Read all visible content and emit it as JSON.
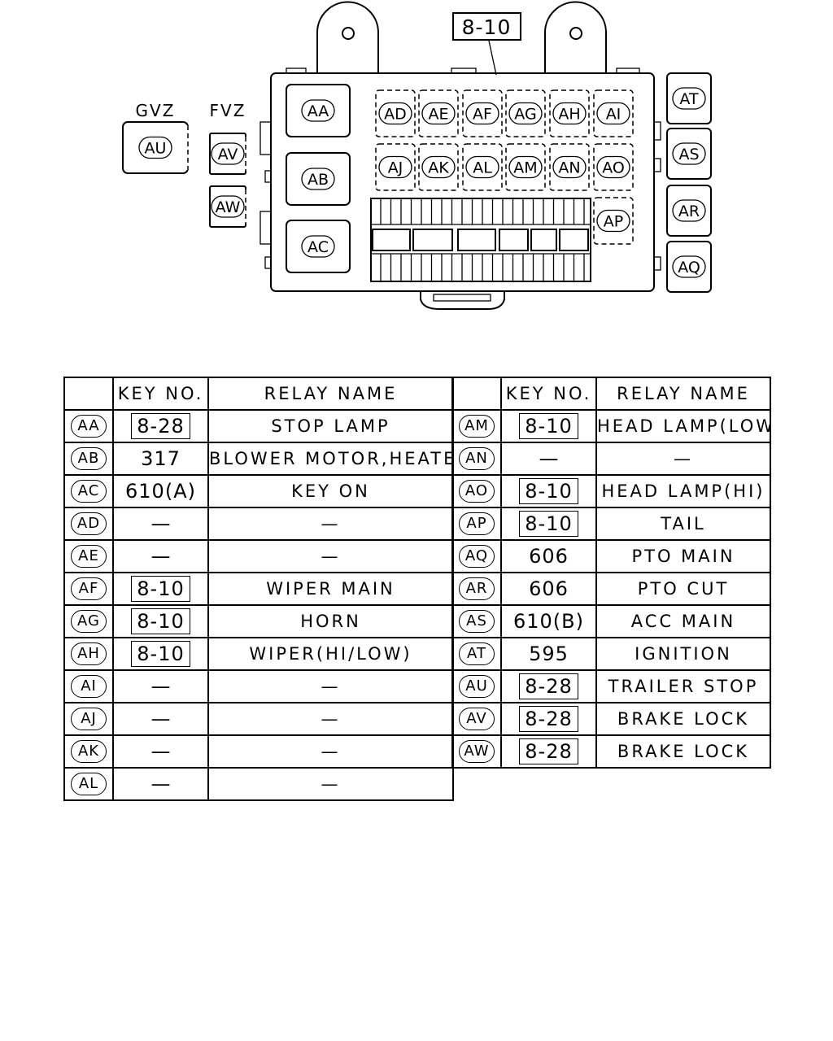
{
  "diagram": {
    "callout_ref": "8-10",
    "gvz_label": "GVZ",
    "fvz_label": "FVZ",
    "slots": [
      "AA",
      "AB",
      "AC",
      "AD",
      "AE",
      "AF",
      "AG",
      "AH",
      "AI",
      "AJ",
      "AK",
      "AL",
      "AM",
      "AN",
      "AO",
      "AP",
      "AQ",
      "AR",
      "AS",
      "AT",
      "AU",
      "AV",
      "AW"
    ]
  },
  "table_left": {
    "headers": {
      "key_no": "KEY NO.",
      "relay_name": "RELAY NAME"
    },
    "rows": [
      {
        "code": "AA",
        "key": "8-28",
        "key_boxed": true,
        "name": "STOP LAMP"
      },
      {
        "code": "AB",
        "key": "317",
        "key_boxed": false,
        "name": "BLOWER MOTOR,HEATER"
      },
      {
        "code": "AC",
        "key": "610(A)",
        "key_boxed": false,
        "name": "KEY ON"
      },
      {
        "code": "AD",
        "key": "—",
        "key_boxed": false,
        "name": "—"
      },
      {
        "code": "AE",
        "key": "—",
        "key_boxed": false,
        "name": "—"
      },
      {
        "code": "AF",
        "key": "8-10",
        "key_boxed": true,
        "name": "WIPER MAIN"
      },
      {
        "code": "AG",
        "key": "8-10",
        "key_boxed": true,
        "name": "HORN"
      },
      {
        "code": "AH",
        "key": "8-10",
        "key_boxed": true,
        "name": "WIPER(HI/LOW)"
      },
      {
        "code": "AI",
        "key": "—",
        "key_boxed": false,
        "name": "—"
      },
      {
        "code": "AJ",
        "key": "—",
        "key_boxed": false,
        "name": "—"
      },
      {
        "code": "AK",
        "key": "—",
        "key_boxed": false,
        "name": "—"
      },
      {
        "code": "AL",
        "key": "—",
        "key_boxed": false,
        "name": "—"
      }
    ]
  },
  "table_right": {
    "headers": {
      "key_no": "KEY NO.",
      "relay_name": "RELAY NAME"
    },
    "rows": [
      {
        "code": "AM",
        "key": "8-10",
        "key_boxed": true,
        "name": "HEAD LAMP(LOW)"
      },
      {
        "code": "AN",
        "key": "—",
        "key_boxed": false,
        "name": "—"
      },
      {
        "code": "AO",
        "key": "8-10",
        "key_boxed": true,
        "name": "HEAD LAMP(HI)"
      },
      {
        "code": "AP",
        "key": "8-10",
        "key_boxed": true,
        "name": "TAIL"
      },
      {
        "code": "AQ",
        "key": "606",
        "key_boxed": false,
        "name": "PTO MAIN"
      },
      {
        "code": "AR",
        "key": "606",
        "key_boxed": false,
        "name": "PTO CUT"
      },
      {
        "code": "AS",
        "key": "610(B)",
        "key_boxed": false,
        "name": "ACC MAIN"
      },
      {
        "code": "AT",
        "key": "595",
        "key_boxed": false,
        "name": "IGNITION"
      },
      {
        "code": "AU",
        "key": "8-28",
        "key_boxed": true,
        "name": "TRAILER STOP"
      },
      {
        "code": "AV",
        "key": "8-28",
        "key_boxed": true,
        "name": "BRAKE LOCK"
      },
      {
        "code": "AW",
        "key": "8-28",
        "key_boxed": true,
        "name": "BRAKE LOCK"
      }
    ]
  }
}
